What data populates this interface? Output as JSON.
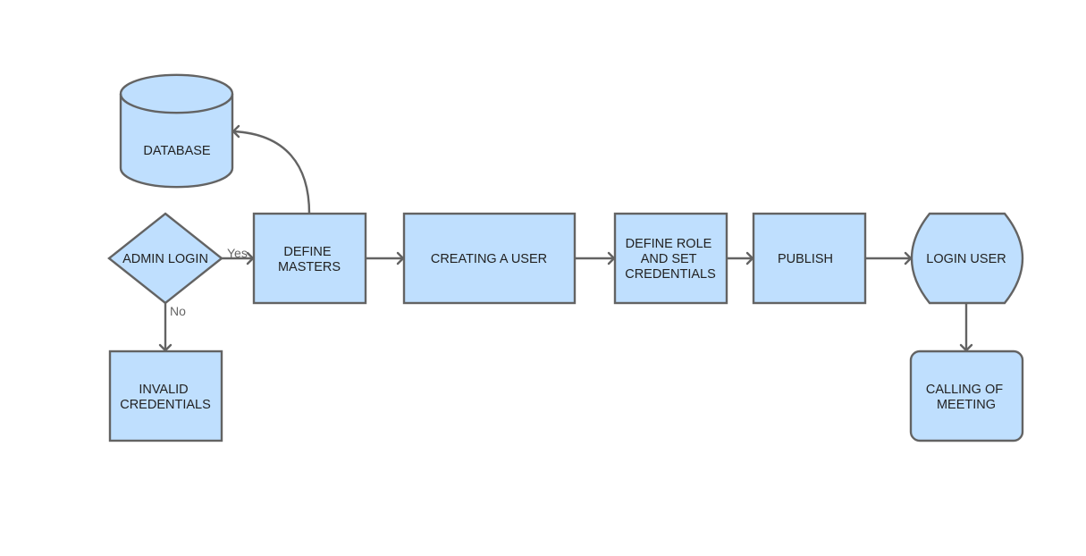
{
  "nodes": {
    "database": {
      "lines": [
        "DATABASE"
      ]
    },
    "admin_login": {
      "lines": [
        "ADMIN LOGIN"
      ]
    },
    "define_masters": {
      "lines": [
        "DEFINE",
        "MASTERS"
      ]
    },
    "creating_user": {
      "lines": [
        "CREATING A USER"
      ]
    },
    "define_role": {
      "lines": [
        "DEFINE ROLE",
        "AND SET",
        "CREDENTIALS"
      ]
    },
    "publish": {
      "lines": [
        "PUBLISH"
      ]
    },
    "login_user": {
      "lines": [
        "LOGIN USER"
      ]
    },
    "invalid_credentials": {
      "lines": [
        "INVALID",
        "CREDENTIALS"
      ]
    },
    "calling_meeting": {
      "lines": [
        "CALLING OF",
        "MEETING"
      ]
    }
  },
  "edges": {
    "yes_label": "Yes",
    "no_label": "No"
  },
  "colors": {
    "fill": "#bfdffe",
    "stroke": "#636363"
  }
}
